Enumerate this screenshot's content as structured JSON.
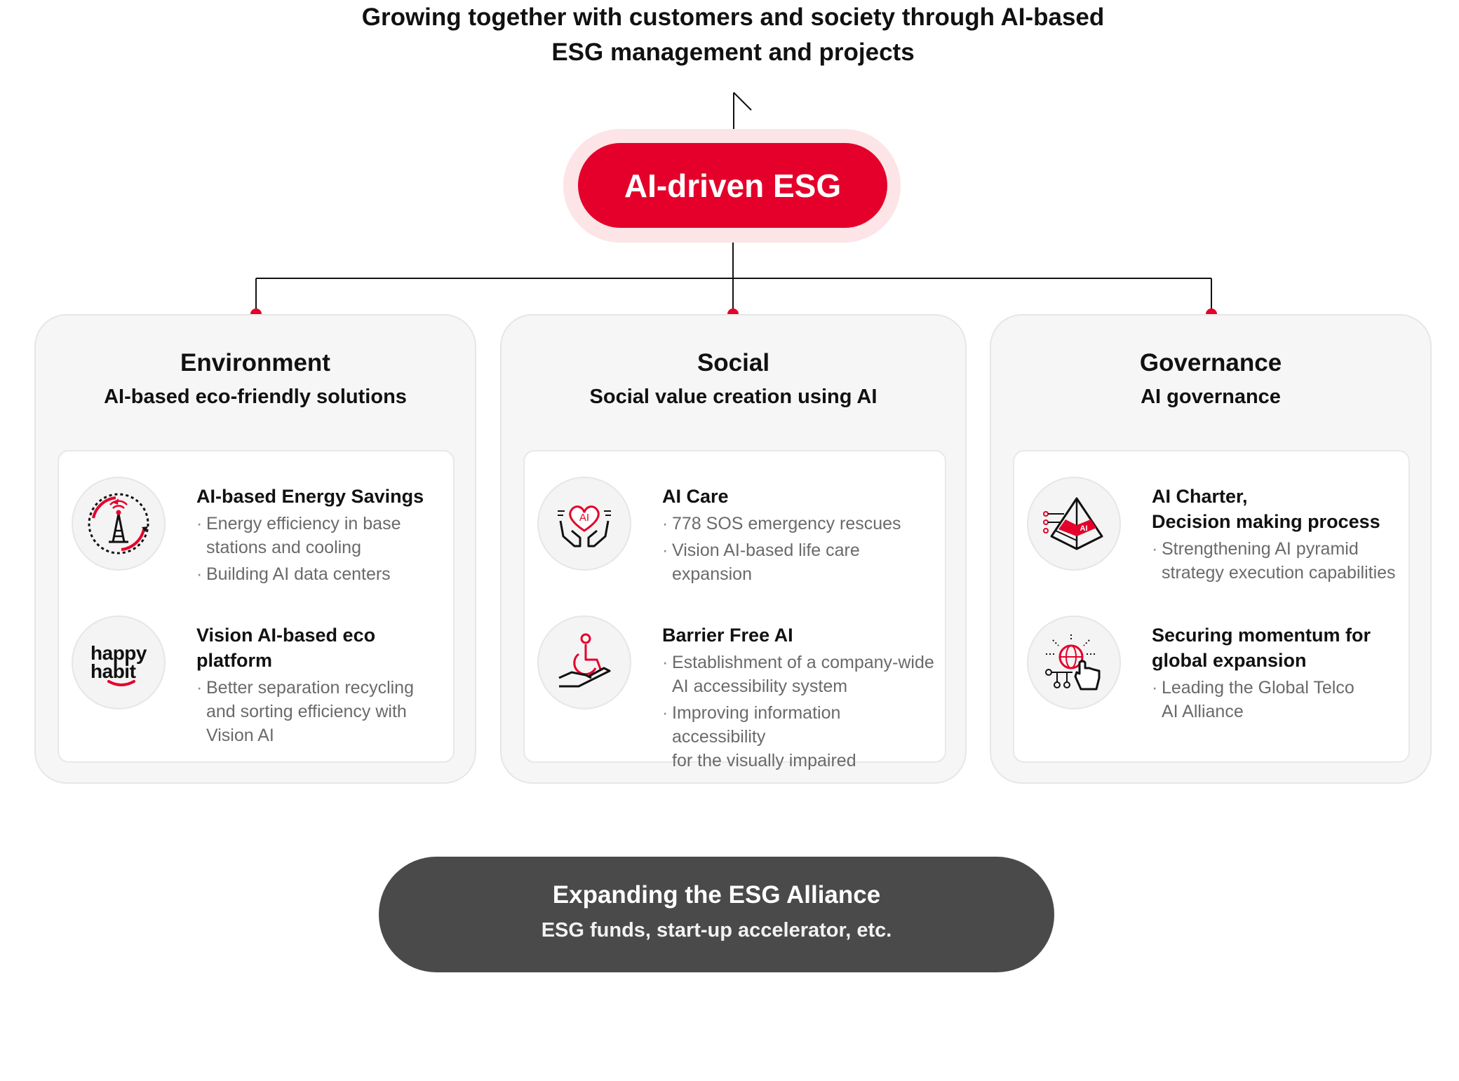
{
  "headline": {
    "line1": "Growing together with customers and society through AI-based",
    "line2": "ESG management and projects"
  },
  "core": {
    "label": "AI-driven ESG"
  },
  "colors": {
    "accent": "#e4002b",
    "dark_pill": "#4a4a4a",
    "card_bg": "#f6f6f6"
  },
  "pillars": [
    {
      "title": "Environment",
      "subtitle": "AI-based eco-friendly solutions",
      "items": [
        {
          "icon": "telecom-tower-energy-icon",
          "title_lines": [
            "AI-based Energy Savings"
          ],
          "bullets": [
            [
              "Energy efficiency in base",
              "stations and cooling"
            ],
            [
              "Building AI data centers"
            ]
          ]
        },
        {
          "icon": "happy-habit-logo",
          "logo_lines": [
            "happy",
            "habit"
          ],
          "title_lines": [
            "Vision AI-based eco",
            "platform"
          ],
          "bullets": [
            [
              "Better separation recycling",
              "and sorting efficiency with",
              "Vision AI"
            ]
          ]
        }
      ]
    },
    {
      "title": "Social",
      "subtitle": "Social value creation using AI",
      "items": [
        {
          "icon": "ai-care-hands-heart-icon",
          "icon_text": "AI",
          "title_lines": [
            "AI Care"
          ],
          "bullets": [
            [
              "778 SOS emergency rescues"
            ],
            [
              "Vision AI-based life care expansion"
            ]
          ]
        },
        {
          "icon": "barrier-free-accessibility-icon",
          "title_lines": [
            "Barrier Free AI"
          ],
          "bullets": [
            [
              "Establishment of a company-wide",
              "AI accessibility system"
            ],
            [
              "Improving information accessibility",
              "for the visually impaired"
            ]
          ]
        }
      ]
    },
    {
      "title": "Governance",
      "subtitle": "AI governance",
      "items": [
        {
          "icon": "ai-pyramid-icon",
          "icon_text": "AI",
          "title_lines": [
            "AI Charter,",
            "Decision making process"
          ],
          "bullets": [
            [
              "Strengthening AI pyramid",
              "strategy execution capabilities"
            ]
          ]
        },
        {
          "icon": "global-network-hand-icon",
          "title_lines": [
            "Securing momentum for",
            "global expansion"
          ],
          "bullets": [
            [
              "Leading the Global Telco",
              "AI Alliance"
            ]
          ]
        }
      ]
    }
  ],
  "alliance": {
    "title": "Expanding the ESG Alliance",
    "subtitle": "ESG funds, start-up accelerator, etc."
  }
}
